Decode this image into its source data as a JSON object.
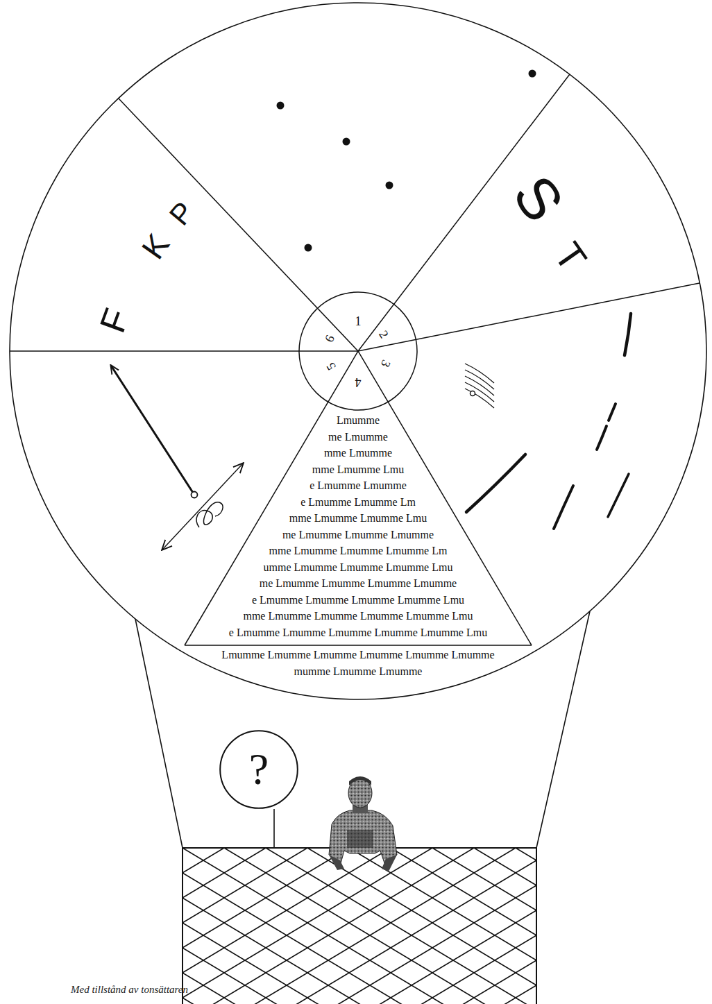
{
  "diagram": {
    "caption": "Med tillstånd av tonsättaren",
    "nodes": [
      {
        "text": [
          "?"
        ]
      }
    ],
    "labels": [
      "F",
      "K",
      "P",
      "S",
      "T",
      "1",
      "2",
      "3",
      "4",
      "5",
      "6",
      "Lmumme",
      "me Lmumme",
      "mme Lmumme",
      "mme Lmumme Lmu",
      "e Lmumme Lmumme",
      "e Lmumme Lmumme Lm",
      "mme Lmumme Lmumme Lmu",
      "me Lmumme Lmumme Lmumme",
      "mme Lmumme Lmumme Lmumme Lm",
      "umme Lmumme Lmumme Lmumme Lmu",
      "me Lmumme Lmumme Lmumme Lmumme",
      "e Lmumme Lmumme Lmumme Lmumme Lmu",
      "mme Lmumme Lmumme Lmumme Lmumme Lmu",
      "e Lmumme Lmumme Lmumme Lmumme Lmumme Lmu",
      "Lmumme Lmumme Lmumme Lmumme Lmumme Lmumme",
      "mumme Lmumme Lmumme"
    ]
  }
}
